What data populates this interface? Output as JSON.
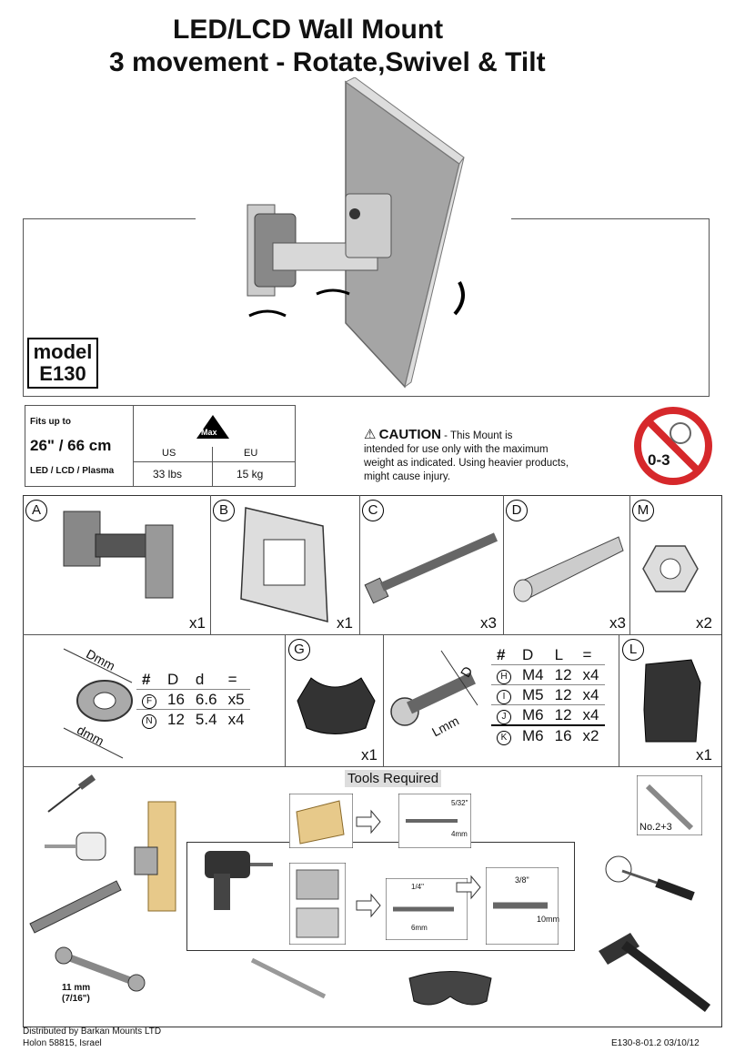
{
  "title": {
    "line1": "LED/LCD  Wall Mount",
    "line2": "3 movement - Rotate,Swivel & Tilt"
  },
  "model": {
    "label": "model",
    "code": "E130"
  },
  "specs": {
    "fits_label": "Fits up to",
    "size": "26\" / 66 cm",
    "types": "LED / LCD / Plasma",
    "weight_badge": "Max",
    "us_label": "US",
    "eu_label": "EU",
    "us_value": "33 lbs",
    "eu_value": "15 kg"
  },
  "caution": {
    "heading": "CAUTION",
    "text1": " - This Mount is",
    "text2": "intended for use only with the maximum weight as indicated. Using heavier products, might cause injury."
  },
  "age": "0-3",
  "parts": [
    {
      "letter": "A",
      "qty": "x1"
    },
    {
      "letter": "B",
      "qty": "x1"
    },
    {
      "letter": "C",
      "qty": "x3"
    },
    {
      "letter": "D",
      "qty": "x3"
    },
    {
      "letter": "M",
      "qty": "x2"
    }
  ],
  "washer": {
    "label_D": "Dmm",
    "label_d": "dmm",
    "headers": [
      "#",
      "D",
      "d",
      "="
    ],
    "rows": [
      [
        "F",
        "16",
        "6.6",
        "x5"
      ],
      [
        "N",
        "12",
        "5.4",
        "x4"
      ]
    ]
  },
  "part_G": {
    "letter": "G",
    "qty": "x1"
  },
  "screws": {
    "label_D": "D",
    "label_L": "Lmm",
    "headers": [
      "#",
      "D",
      "L",
      "="
    ],
    "rows": [
      [
        "H",
        "M4",
        "12",
        "x4"
      ],
      [
        "I",
        "M5",
        "12",
        "x4"
      ],
      [
        "J",
        "M6",
        "12",
        "x4"
      ],
      [
        "K",
        "M6",
        "16",
        "x2"
      ]
    ]
  },
  "part_L": {
    "letter": "L",
    "qty": "x1"
  },
  "tools": {
    "title": "Tools Required",
    "wrench": "11 mm",
    "wrench2": "(7/16\")",
    "screwdriver": "No.2+3",
    "bit1a": "5/32\"",
    "bit1b": "4mm",
    "bit2a": "1/4\"",
    "bit2b": "6mm",
    "bit3a": "3/8\"",
    "bit3b": "10mm"
  },
  "footer": {
    "line1": "Distributed by Barkan Mounts LTD",
    "line2": "Holon 58815, Israel",
    "code": "E130-8-01.2  03/10/12"
  }
}
